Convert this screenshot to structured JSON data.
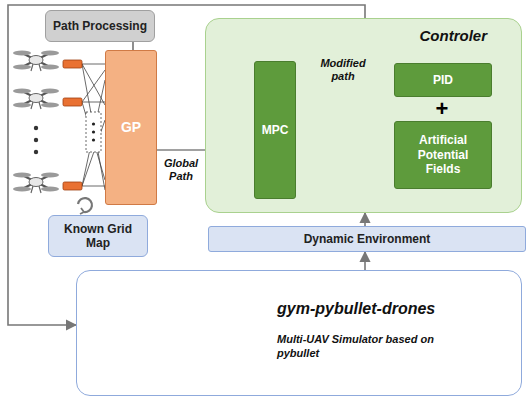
{
  "diagram": {
    "nodes": [
      {
        "text": [
          "Path Processing"
        ]
      },
      {
        "text": [
          "GP"
        ]
      },
      {
        "text": [
          "Known Grid Map"
        ]
      },
      {
        "text": [
          "Controler"
        ]
      },
      {
        "text": [
          "MPC"
        ],
        "in": 3
      },
      {
        "text": [
          "PID"
        ],
        "in": 3
      },
      {
        "text": [
          "Artificial Potential Fields"
        ],
        "in": 3
      },
      {
        "text": [
          "Dynamic Environment"
        ]
      },
      {
        "text": [
          "gym-pybullet-drones",
          "Multi-UAV Simulator based on pybullet"
        ]
      }
    ],
    "edges": [
      {
        "from": 0,
        "to": 1,
        "arrow": "none"
      },
      {
        "from": 1,
        "to": 3,
        "label": "Global Path",
        "arrow": "none"
      },
      {
        "from": 4,
        "to": 5,
        "label": "Modified path",
        "arrow": "to"
      },
      {
        "from": 7,
        "to": 3,
        "arrow": "to"
      },
      {
        "from": 8,
        "to": 7,
        "arrow": "to"
      },
      {
        "from": 3,
        "to": 8,
        "arrow": "to"
      }
    ],
    "labels": [
      "+"
    ]
  }
}
